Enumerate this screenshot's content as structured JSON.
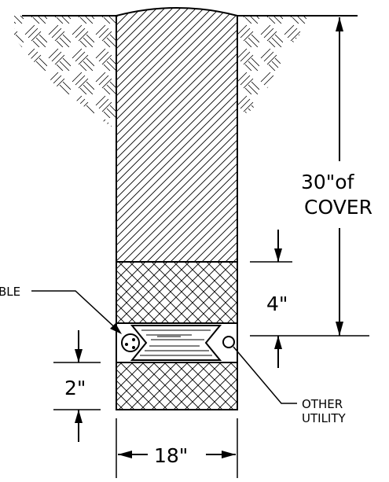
{
  "diagram": {
    "labels": {
      "cover_depth": "30\"of",
      "cover_word": "COVER",
      "upper_layer": "4\"",
      "lower_layer": "2\"",
      "trench_width": "18\"",
      "cable_partial": "BLE",
      "other_line1": "OTHER",
      "other_line2": "UTILITY"
    }
  }
}
